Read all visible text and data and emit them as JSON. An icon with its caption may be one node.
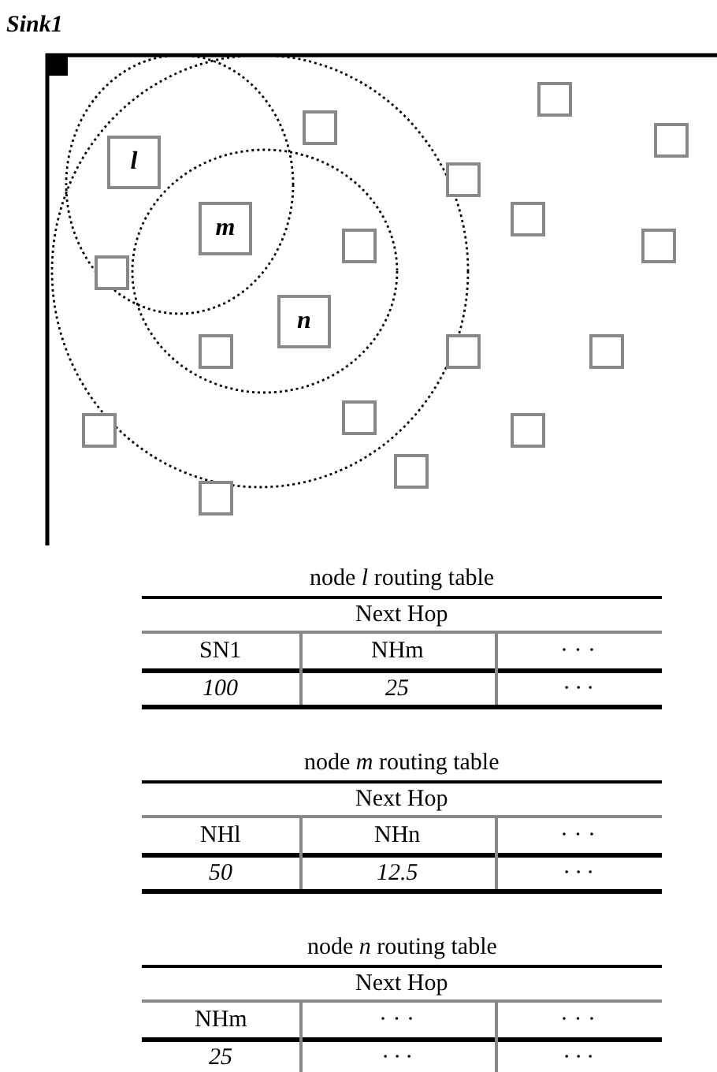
{
  "diagram": {
    "nodes": [
      {
        "text": [],
        "shape": "box",
        "beside": [
          "Sink1"
        ]
      },
      {
        "text": [],
        "shape": "box"
      },
      {
        "text": [],
        "shape": "box"
      },
      {
        "text": [],
        "shape": "box"
      },
      {
        "text": [
          "l"
        ]
      },
      {
        "text": [],
        "shape": "box"
      },
      {
        "text": [],
        "shape": "box"
      },
      {
        "text": [
          "m"
        ]
      },
      {
        "text": [],
        "shape": "box"
      },
      {
        "text": [],
        "shape": "box"
      },
      {
        "text": [],
        "shape": "box"
      },
      {
        "text": [
          "n"
        ]
      },
      {
        "text": [],
        "shape": "box"
      },
      {
        "text": [],
        "shape": "box"
      },
      {
        "text": [],
        "shape": "box"
      },
      {
        "text": [],
        "shape": "box"
      },
      {
        "text": [],
        "shape": "box"
      },
      {
        "text": [],
        "shape": "box"
      },
      {
        "text": [],
        "shape": "box"
      },
      {
        "text": [],
        "shape": "box"
      }
    ],
    "edges": [],
    "labels": [
      "node *l* routing table",
      "Next Hop",
      "SN1",
      "NHm",
      "· · ·",
      "100",
      "25",
      "· · ·",
      "node *m* routing table",
      "Next Hop",
      "NHl",
      "NHn",
      "· · ·",
      "50",
      "12.5",
      "· · ·",
      "node *n* routing table",
      "Next Hop",
      "NHm",
      "· · ·",
      "· · ·",
      "25",
      "· · ·",
      "· · ·"
    ]
  }
}
